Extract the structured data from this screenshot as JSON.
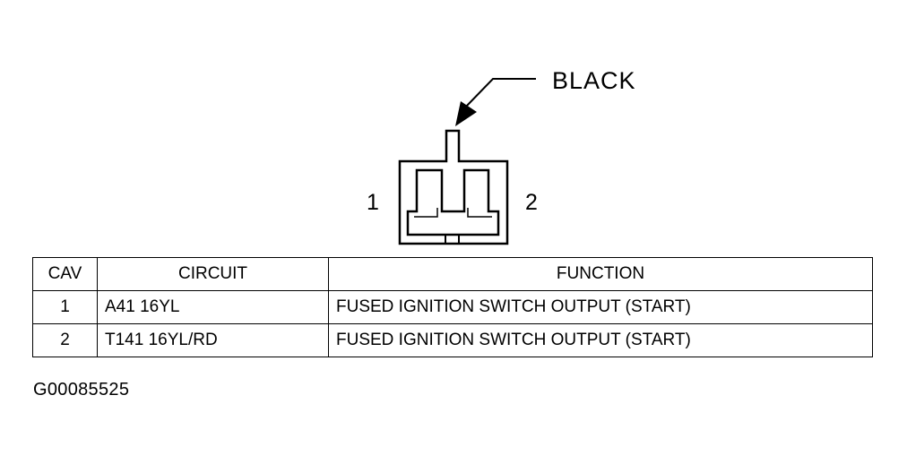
{
  "connector": {
    "color_label": "BLACK",
    "pin_left_label": "1",
    "pin_right_label": "2"
  },
  "table": {
    "headers": [
      "CAV",
      "CIRCUIT",
      "FUNCTION"
    ],
    "rows": [
      {
        "cav": "1",
        "circuit": "A41 16YL",
        "function": "FUSED IGNITION SWITCH OUTPUT (START)"
      },
      {
        "cav": "2",
        "circuit": "T141 16YL/RD",
        "function": "FUSED IGNITION SWITCH OUTPUT (START)"
      }
    ]
  },
  "figure_id": "G00085525"
}
